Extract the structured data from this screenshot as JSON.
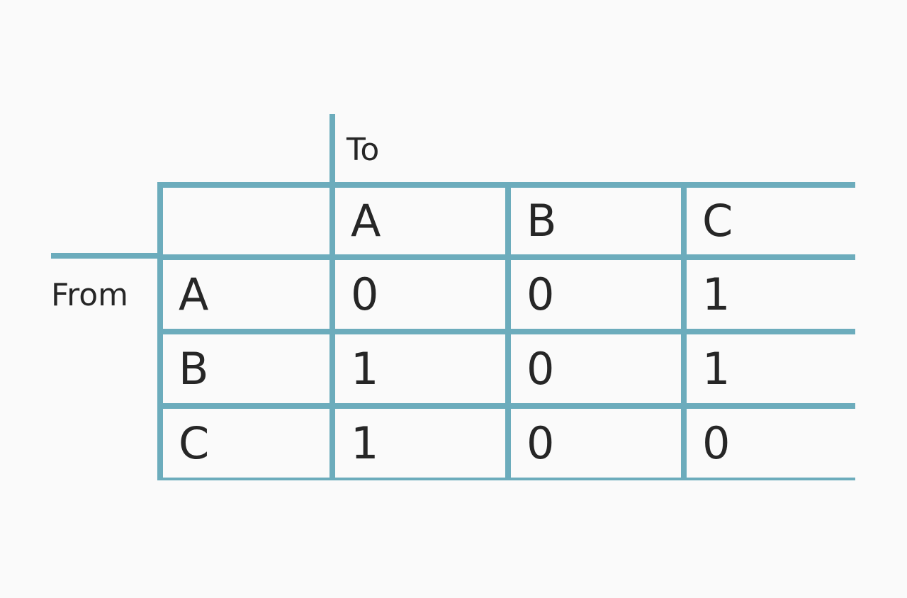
{
  "figure": {
    "kind": "adjacency-matrix",
    "axis_labels": {
      "columns": "To",
      "rows": "From"
    },
    "colors": {
      "page_background": "#fafafa",
      "grid_line": "#6cacbc",
      "corner_cell": "#b0b0b0",
      "header_cell": "#e8e8e8",
      "value_cell": "#fafafa",
      "text": "#262626"
    }
  },
  "chart_data": {
    "type": "table",
    "title": "",
    "xlabel": "To",
    "ylabel": "From",
    "corner_label": "",
    "categories": [
      "A",
      "B",
      "C"
    ],
    "row_labels": [
      "A",
      "B",
      "C"
    ],
    "column_headers": [
      "A",
      "B",
      "C"
    ],
    "rows": [
      {
        "label": "A",
        "values": [
          "0",
          "0",
          "1"
        ]
      },
      {
        "label": "B",
        "values": [
          "1",
          "0",
          "1"
        ]
      },
      {
        "label": "C",
        "values": [
          "1",
          "0",
          "0"
        ]
      }
    ],
    "matrix": [
      [
        0,
        0,
        1
      ],
      [
        1,
        0,
        1
      ],
      [
        1,
        0,
        0
      ]
    ],
    "legend": [],
    "grid": true
  }
}
